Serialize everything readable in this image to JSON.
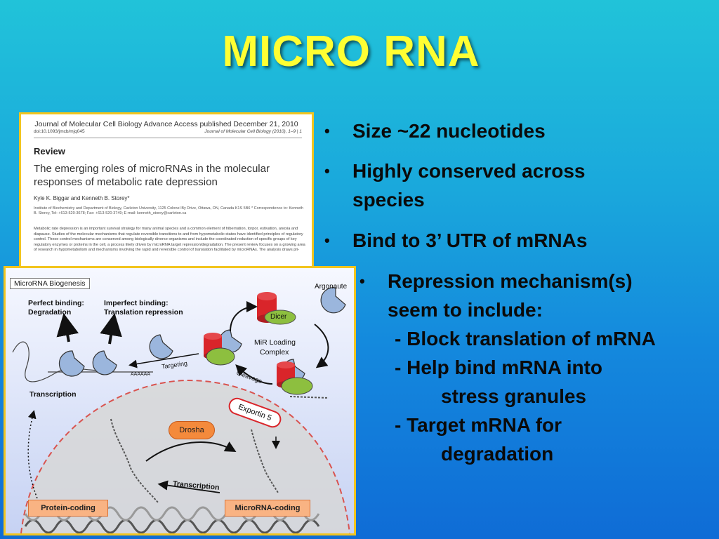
{
  "slide": {
    "title": "MICRO RNA"
  },
  "paper": {
    "journal_header": "Journal of Molecular Cell Biology Advance Access published December 21, 2010",
    "doi": "doi:10.1093/jmcb/mjq045",
    "citation": "Journal of Molecular Cell Biology (2010), 1–9   |   1",
    "type": "Review",
    "title": "The emerging roles of microRNAs in the molecular responses of metabolic rate depression",
    "authors": "Kyle K. Biggar and Kenneth B. Storey*",
    "affiliation": "Institute of Biochemistry and Department of Biology, Carleton University, 1125 Colonel By Drive, Ottawa, ON, Canada K1S 5B6  * Correspondence to: Kenneth B. Storey, Tel: +613-520-3678; Fax: +613-520-3749; E-mail: kenneth_storey@carleton.ca",
    "abstract": "Metabolic rate depression is an important survival strategy for many animal species and a common element of hibernation, torpor, estivation, anoxia and diapause. Studies of the molecular mechanisms that regulate reversible transitions to and from hypometabolic states have identified principles of regulatory control. These control mechanisms are conserved among biologically diverse organisms and include the coordinated reduction of specific groups of key regulatory enzymes or proteins in the cell, a process likely driven by microRNA target repression/degradation. The present review focuses on a growing area of research in hypometabolism and mechanisms involving the rapid and reversible control of translation facilitated by microRNAs. The analysis draws pri-"
  },
  "diagram": {
    "box_label": "MicroRNA Biogenesis",
    "perfect_binding": "Perfect binding:",
    "degradation": "Degradation",
    "imperfect_binding": "Imperfect  binding:",
    "translation_repression": "Translation  repression",
    "argonaute": "Argonaute",
    "dicer": "Dicer",
    "mir_loading": "MiR Loading",
    "complex": "Complex",
    "targeting": "Targeting",
    "cleavage": "Cleavage",
    "polya": "AAAAAA",
    "transcription_left": "Transcription",
    "exportin": "Exportin 5",
    "drosha": "Drosha",
    "transcription_bottom": "Transcription",
    "protein_coding": "Protein-coding",
    "microrna_coding": "MicroRNA-coding"
  },
  "bullets": [
    {
      "lines": [
        "Size ~22 nucleotides"
      ]
    },
    {
      "lines": [
        "Highly conserved across",
        "species"
      ]
    },
    {
      "lines": [
        "Bind to 3’ UTR of mRNAs"
      ]
    },
    {
      "lines": [
        "Repression mechanism(s)",
        "seem to include:"
      ]
    }
  ],
  "sub_items": [
    "- Block translation of mRNA",
    "- Help bind mRNA into",
    "stress granules",
    "- Target  mRNA for",
    "degradation"
  ],
  "bullet_symbol": "•",
  "colors": {
    "title": "#ffff33",
    "frame": "#f2c51f",
    "dicer": "#d9252a",
    "green": "#8dbf3f",
    "blue_protein": "#9bb6dd",
    "drosha": "#f48a3c"
  }
}
